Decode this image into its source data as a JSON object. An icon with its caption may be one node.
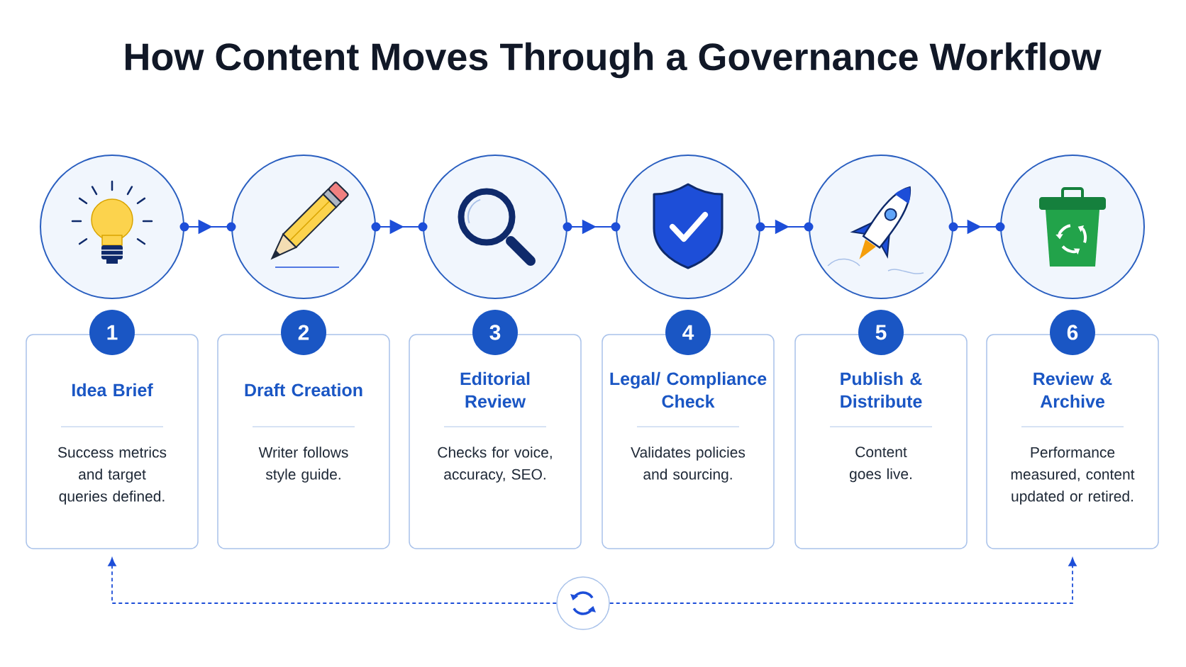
{
  "diagram": {
    "title": "How Content Moves Through a Governance Workflow",
    "nodes": [
      {
        "text": [],
        "shape": "circle"
      },
      {
        "text": [],
        "shape": "circle"
      },
      {
        "text": [],
        "shape": "circle"
      },
      {
        "text": [],
        "shape": "circle"
      },
      {
        "text": [],
        "shape": "circle"
      },
      {
        "text": [],
        "shape": "circle"
      },
      {
        "text": [
          "Idea Brief",
          "Success metrics and target queries defined."
        ]
      },
      {
        "text": [
          "Draft Creation",
          "Writer follows style guide."
        ]
      },
      {
        "text": [
          "Editorial Review",
          "Checks for voice, accuracy, SEO."
        ]
      },
      {
        "text": [
          "Legal/ Compliance Check",
          "Validates policies and sourcing."
        ]
      },
      {
        "text": [
          "Publish & Distribute",
          "Content goes live."
        ]
      },
      {
        "text": [
          "Review & Archive",
          "Performance measured, content updated or retired."
        ]
      },
      {
        "text": [
          "1"
        ]
      },
      {
        "text": [
          "2"
        ]
      },
      {
        "text": [
          "3"
        ]
      },
      {
        "text": [
          "4"
        ]
      },
      {
        "text": [
          "5"
        ]
      },
      {
        "text": [
          "6"
        ]
      },
      {
        "text": [],
        "shape": "circle"
      }
    ],
    "edges": [
      {
        "from": 0,
        "to": 1,
        "arrow": "to"
      },
      {
        "from": 1,
        "to": 2,
        "arrow": "to"
      },
      {
        "from": 2,
        "to": 3,
        "arrow": "to"
      },
      {
        "from": 3,
        "to": 4,
        "arrow": "to"
      },
      {
        "from": 4,
        "to": 5,
        "arrow": "to"
      },
      {
        "from": 18,
        "to": 6,
        "arrow": "to",
        "style": "dashed"
      },
      {
        "from": 18,
        "to": 11,
        "arrow": "to",
        "style": "dashed"
      }
    ]
  }
}
